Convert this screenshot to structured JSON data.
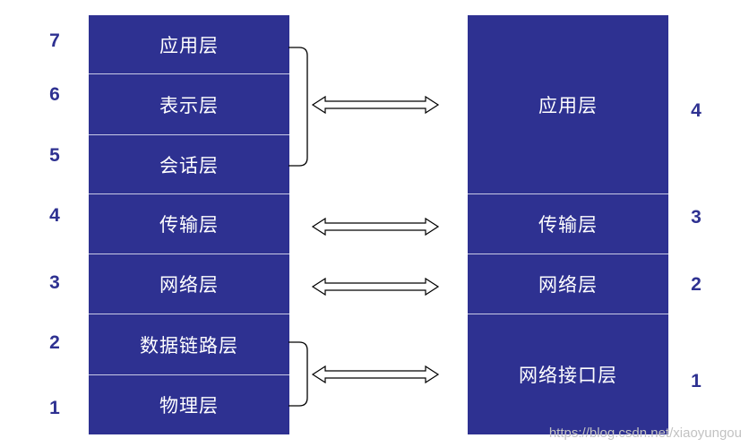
{
  "osi_model": {
    "layers": [
      {
        "number": "7",
        "name": "应用层"
      },
      {
        "number": "6",
        "name": "表示层"
      },
      {
        "number": "5",
        "name": "会话层"
      },
      {
        "number": "4",
        "name": "传输层"
      },
      {
        "number": "3",
        "name": "网络层"
      },
      {
        "number": "2",
        "name": "数据链路层"
      },
      {
        "number": "1",
        "name": "物理层"
      }
    ]
  },
  "tcpip_model": {
    "layers": [
      {
        "number": "4",
        "name": "应用层"
      },
      {
        "number": "3",
        "name": "传输层"
      },
      {
        "number": "2",
        "name": "网络层"
      },
      {
        "number": "1",
        "name": "网络接口层"
      }
    ]
  },
  "mappings": [
    {
      "from": [
        "应用层",
        "表示层",
        "会话层"
      ],
      "to": "应用层"
    },
    {
      "from": [
        "传输层"
      ],
      "to": "传输层"
    },
    {
      "from": [
        "网络层"
      ],
      "to": "网络层"
    },
    {
      "from": [
        "数据链路层",
        "物理层"
      ],
      "to": "网络接口层"
    }
  ],
  "colors": {
    "layer_fill": "#2e3191",
    "layer_text": "#ffffff",
    "number_text": "#2e3191"
  },
  "watermark": "https://blog.csdn.net/xiaoyungou"
}
